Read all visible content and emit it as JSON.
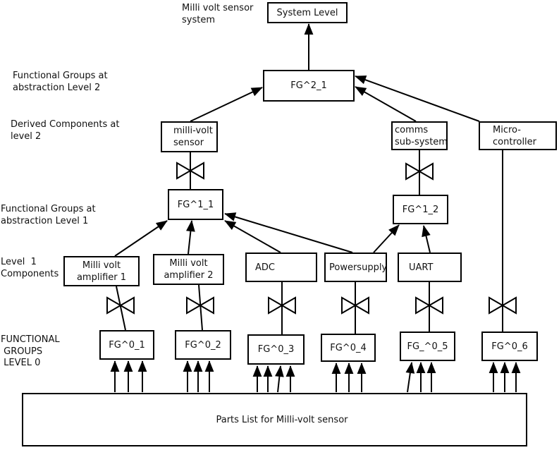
{
  "title": "Milli volt sensor\nsystem",
  "side_labels": {
    "functional_groups_l2": "Functional Groups at\nabstraction Level 2",
    "derived_components_l2": "Derived Components at\nlevel 2",
    "functional_groups_l1": "Functional Groups at\nabstraction Level 1",
    "level1_components": "Level  1\nComponents",
    "functional_groups_l0": "FUNCTIONAL\n GROUPS\n LEVEL 0"
  },
  "nodes": {
    "system_level": "System Level",
    "fg2_1": "FG^2_1",
    "milli_volt_sensor": "milli-volt\nsensor",
    "comms_sub_system": "comms\nsub-system",
    "micro_controller": "Micro-\ncontroller",
    "fg1_1": "FG^1_1",
    "fg1_2": "FG^1_2",
    "amp1": "Milli volt\namplifier 1",
    "amp2": "Milli volt\namplifier 2",
    "adc": "ADC",
    "powersupply": "Powersupply",
    "uart": "UART",
    "fg0_1": "FG^0_1",
    "fg0_2": "FG^0_2",
    "fg0_3": "FG^0_3",
    "fg0_4": "FG^0_4",
    "fg0_5": "FG_^0_5",
    "fg0_6": "FG^0_6",
    "parts_list": "Parts List for Milli-volt sensor"
  }
}
